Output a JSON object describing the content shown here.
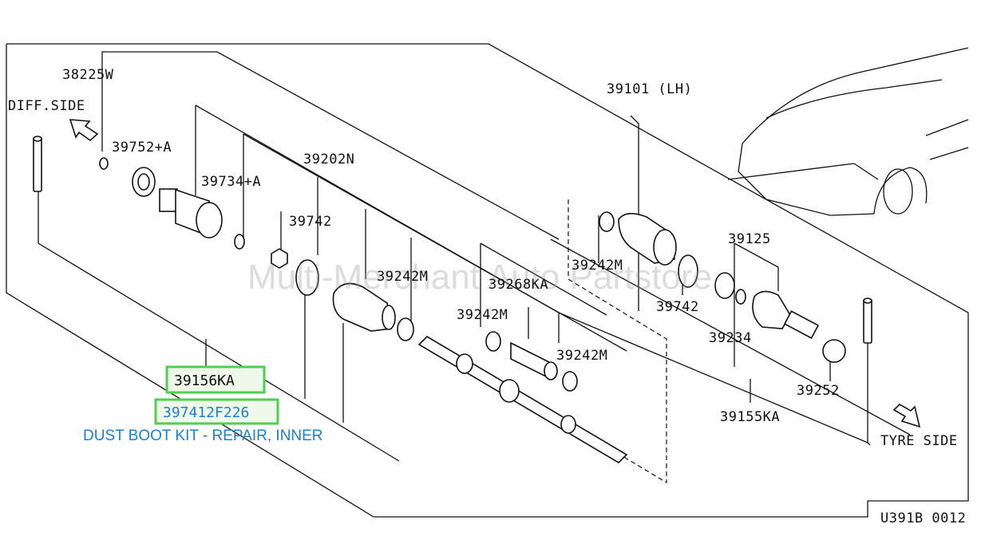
{
  "labels": {
    "diff_side": "DIFF.SIDE",
    "tyre_side": "TYRE SIDE",
    "p38225w": "38225W",
    "p39752a": "39752+A",
    "p39734a": "39734+A",
    "p39202n": "39202N",
    "p39742_left": "39742",
    "p39242m_1": "39242M",
    "p39268ka": "39268KA",
    "p39242m_2": "39242M",
    "p39242m_3": "39242M",
    "p39242m_4": "39242M",
    "p39101": "39101 (LH)",
    "p39742_right": "39742",
    "p39125": "39125",
    "p39234": "39234",
    "p39252": "39252",
    "p39155ka": "39155KA",
    "diagram_code": "U391B 0012"
  },
  "highlight": {
    "part_number": "39156KA",
    "kit_number": "397412F226",
    "kit_description": "DUST BOOT KIT - REPAIR, INNER",
    "accent_color": "#4fd14f",
    "link_color": "#1a7fd6"
  },
  "watermark": "Multi-Merchant Auto Partstore"
}
